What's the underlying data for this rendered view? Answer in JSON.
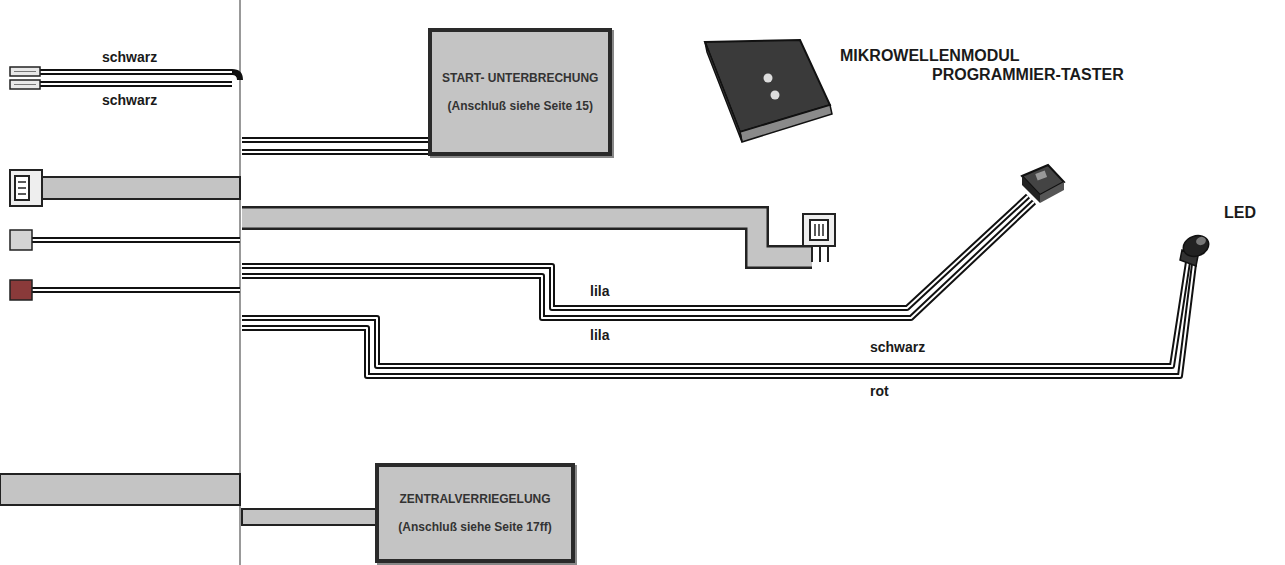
{
  "diagram": {
    "nodes": [
      {
        "text": [
          "START- UNTERBRECHUNG",
          "(Anschluß siehe Seite 15)"
        ]
      },
      {
        "text": [
          "ZENTRALVERRIEGELUNG",
          "(Anschluß siehe Seite 17ff)"
        ]
      }
    ],
    "labels": [
      "schwarz",
      "schwarz",
      "MIKROWELLENMODUL",
      "PROGRAMMIER-TASTER",
      "LED",
      "lila",
      "lila",
      "schwarz",
      "rot"
    ]
  }
}
